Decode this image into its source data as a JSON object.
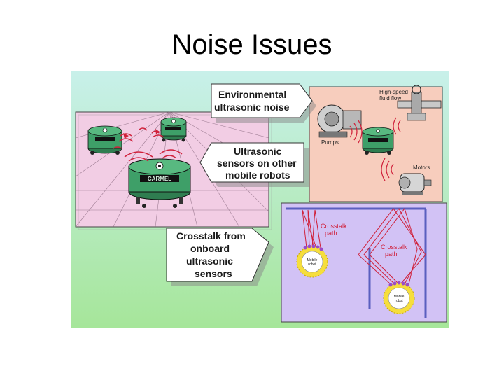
{
  "slide": {
    "title": "Noise Issues"
  },
  "callouts": {
    "environmental": [
      "Environmental",
      "ultrasonic noise"
    ],
    "other_robots": [
      "Ultrasonic",
      "sensors on other",
      "mobile robots"
    ],
    "crosstalk": [
      "Crosstalk from",
      "onboard",
      "ultrasonic",
      "sensors"
    ]
  },
  "labels": {
    "fluid_flow": [
      "High-speed",
      "fluid flow"
    ],
    "pumps": "Pumps",
    "motors": "Motors",
    "crosstalk_path_left": [
      "Crosstalk",
      "path"
    ],
    "crosstalk_path_right": [
      "Crosstalk",
      "path"
    ],
    "robot_left": [
      "Mobile",
      "robot"
    ],
    "robot_right": [
      "Mobile",
      "robot"
    ],
    "robot_brand": "CARMEL"
  },
  "colors": {
    "gradient_top": "#c8f0ea",
    "gradient_bottom": "#a6e69a",
    "pink_panel": "#f2cde4",
    "peach_panel": "#f7cdbd",
    "purple_panel": "#d2c2f5",
    "robot_green": "#3e9f68",
    "signal_red": "#d0203a",
    "sensor_yellow": "#f6de3c",
    "sensor_purple": "#9a4cc8"
  }
}
